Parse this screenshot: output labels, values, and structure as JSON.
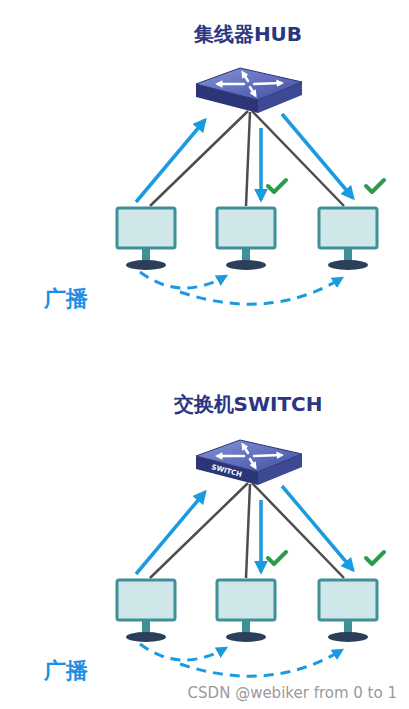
{
  "diagram": {
    "nodes": [
      {
        "text": [
          "集线器HUB"
        ]
      },
      {
        "text": [
          "交换机SWITCH",
          "SWITCH"
        ]
      }
    ],
    "labels": [
      "广播",
      "广播",
      "CSDN @webiker from 0 to 1"
    ]
  }
}
